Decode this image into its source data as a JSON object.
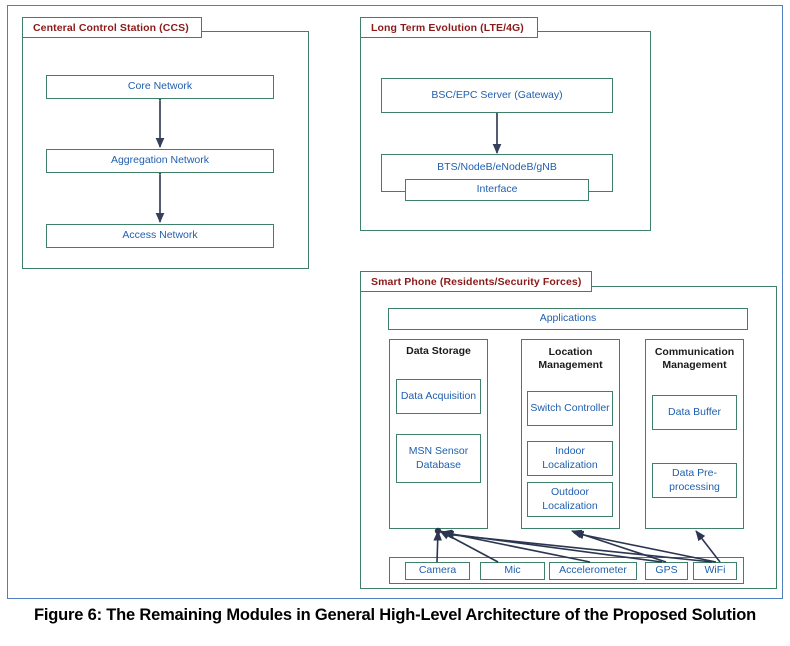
{
  "figure": {
    "caption": "Figure 6: The Remaining Modules in General High-Level Architecture of the Proposed Solution"
  },
  "colors": {
    "box_border": "#3f8068",
    "box_text": "#1f5fad",
    "panel_title": "#8b1a1a",
    "header_text": "#1a1a1a",
    "outer_frame": "#4f7fbf",
    "arrow": "#36405a"
  },
  "panels": {
    "ccs": {
      "title": "Centeral Control Station (CCS)",
      "boxes": [
        {
          "label": "Core Network"
        },
        {
          "label": "Aggregation Network"
        },
        {
          "label": "Access Network"
        }
      ]
    },
    "lte": {
      "title": "Long Term Evolution (LTE/4G)",
      "boxes": [
        {
          "label": "BSC/EPC Server (Gateway)"
        },
        {
          "label": "BTS/NodeB/eNodeB/gNB"
        },
        {
          "label": "Interface"
        }
      ]
    },
    "smartphone": {
      "title": "Smart Phone (Residents/Security Forces)",
      "applications_label": "Applications",
      "columns": [
        {
          "header": "Data Storage",
          "items": [
            {
              "label": "Data Acquisition"
            },
            {
              "label": "MSN Sensor Database"
            }
          ]
        },
        {
          "header": "Location Management",
          "items": [
            {
              "label": "Switch Controller"
            },
            {
              "label": "Indoor Localization"
            },
            {
              "label": "Outdoor Localization"
            }
          ]
        },
        {
          "header": "Communication Management",
          "items": [
            {
              "label": "Data Buffer"
            },
            {
              "label": "Data Pre-processing"
            }
          ]
        }
      ],
      "sensors": [
        {
          "label": "Camera"
        },
        {
          "label": "Mic"
        },
        {
          "label": "Accelerometer"
        },
        {
          "label": "GPS"
        },
        {
          "label": "WiFi"
        }
      ]
    }
  }
}
